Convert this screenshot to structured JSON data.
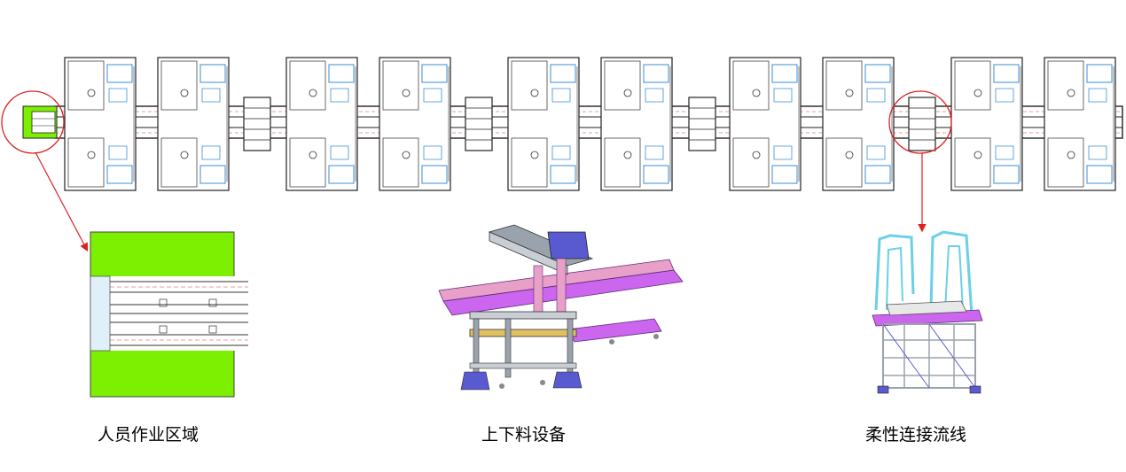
{
  "captions": {
    "operator_area": "人员作业区域",
    "loading_equipment": "上下料设备",
    "flexible_line": "柔性连接流线"
  },
  "colors": {
    "accent_green": "#7cf000",
    "callout_red": "#e02020",
    "line_dark": "#222222",
    "machine_blue": "#3a8fd8",
    "magenta": "#cc66ee",
    "pink": "#e8a0c8",
    "steel_gray": "#9aa3ad",
    "navy_block": "#5a5ad0",
    "cyan_rail": "#6ad0e8"
  },
  "layout_overview": {
    "machine_groups": 5,
    "connector_modules": 4
  },
  "icons": [
    "callout-circle-icon",
    "arrow-pointer-icon"
  ]
}
